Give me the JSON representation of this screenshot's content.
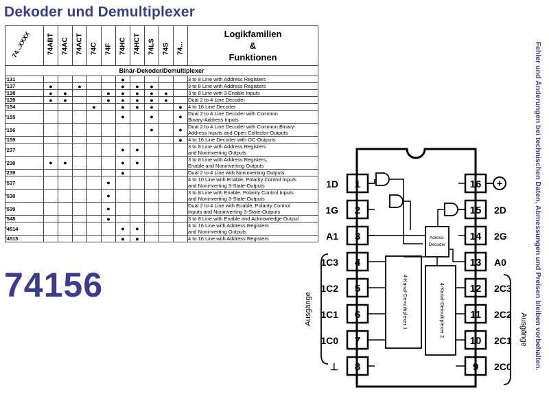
{
  "title": "Dekoder und Demultiplexer",
  "part_number": "74156",
  "side_note": "Fehler und Änderungen bei technischen Daten, Abmessungen und Preisen bleiben vorbehalten.",
  "table": {
    "first_col_header": "74...XXXX",
    "families": [
      "74ABT",
      "74AC",
      "74ACT",
      "74C",
      "74F",
      "74HC",
      "74HCT",
      "74LS",
      "74S",
      "74..."
    ],
    "right_header": [
      "Logikfamilien",
      "&",
      "Funktionen"
    ],
    "section": "Binär-Dekoder/Demultiplexer",
    "rows": [
      {
        "num": "'131",
        "dots": [
          0,
          0,
          0,
          0,
          0,
          1,
          0,
          0,
          0,
          0
        ],
        "desc": [
          "3 to 8 Line with Address Registers"
        ]
      },
      {
        "num": "'137",
        "dots": [
          1,
          0,
          1,
          0,
          0,
          1,
          1,
          1,
          0,
          0
        ],
        "desc": [
          "3 to 8 Line with Address Registers"
        ]
      },
      {
        "num": "'138",
        "dots": [
          1,
          1,
          0,
          0,
          1,
          1,
          1,
          1,
          1,
          0
        ],
        "desc": [
          "3 to 8 Line with 3 Enable Inputs"
        ]
      },
      {
        "num": "'139",
        "dots": [
          1,
          1,
          0,
          0,
          1,
          1,
          1,
          1,
          1,
          0
        ],
        "desc": [
          "Dual 2 to 4 Line Decoder"
        ]
      },
      {
        "num": "'154",
        "dots": [
          0,
          0,
          0,
          1,
          0,
          1,
          1,
          1,
          0,
          1
        ],
        "desc": [
          "4 to 16 Line Decoder"
        ]
      },
      {
        "num": "'155",
        "dots": [
          0,
          0,
          0,
          0,
          0,
          1,
          0,
          1,
          0,
          1
        ],
        "desc": [
          "Dual 2 to 4 Line Decoder with Common",
          "Binary-Address Inputs"
        ]
      },
      {
        "num": "'156",
        "dots": [
          0,
          0,
          0,
          0,
          0,
          0,
          0,
          1,
          0,
          1
        ],
        "desc": [
          "Dual 2 to 4 Line Decoder with Common Binary-",
          "Address Inputs and Open Collector-Outputs"
        ]
      },
      {
        "num": "'159",
        "dots": [
          0,
          0,
          0,
          0,
          0,
          0,
          0,
          0,
          0,
          1
        ],
        "desc": [
          "4 to 16 Line Decoder with OC-Outputs"
        ]
      },
      {
        "num": "'237",
        "dots": [
          0,
          0,
          0,
          0,
          0,
          1,
          1,
          0,
          0,
          0
        ],
        "desc": [
          "3 to 8 Line with Address Registers",
          "and Noninverting Outputs"
        ]
      },
      {
        "num": "'238",
        "dots": [
          1,
          1,
          0,
          0,
          0,
          1,
          1,
          0,
          0,
          0
        ],
        "desc": [
          "3 to 8 Line with Address Registers,",
          "Enable and Noninverting Outputs"
        ]
      },
      {
        "num": "'239",
        "dots": [
          0,
          0,
          0,
          0,
          0,
          1,
          0,
          0,
          0,
          0
        ],
        "desc": [
          "Dual 2 to 4 Line with Noninverting Outputs"
        ]
      },
      {
        "num": "'537",
        "dots": [
          0,
          0,
          0,
          0,
          1,
          0,
          0,
          0,
          0,
          0
        ],
        "desc": [
          "4 to 10 Line with Enable, Polarity Control Inputs",
          "and Noninverting 3-State-Outputs"
        ]
      },
      {
        "num": "'538",
        "dots": [
          0,
          0,
          0,
          0,
          1,
          0,
          0,
          0,
          0,
          0
        ],
        "desc": [
          "3 to 8 Line with Enable, Polarity Control Inputs",
          "and Noninverting 3-State-Outputs"
        ]
      },
      {
        "num": "'539",
        "dots": [
          0,
          0,
          0,
          0,
          1,
          0,
          0,
          0,
          0,
          0
        ],
        "desc": [
          "Dual 2 to 4 Line with Enable, Polarity Control",
          "Inputs and Noninverting 3-State-Outputs"
        ]
      },
      {
        "num": "'548",
        "dots": [
          0,
          0,
          0,
          0,
          1,
          0,
          0,
          0,
          0,
          0
        ],
        "desc": [
          "3 to 8 Line with Enable and Acknowledge Output"
        ]
      },
      {
        "num": "'4514",
        "dots": [
          0,
          0,
          0,
          0,
          0,
          1,
          1,
          0,
          0,
          0
        ],
        "desc": [
          "4 to 16 Line with Address Registers",
          "and Noninverting Outputs"
        ]
      },
      {
        "num": "'4515",
        "dots": [
          0,
          0,
          0,
          0,
          0,
          1,
          1,
          0,
          0,
          0
        ],
        "desc": [
          "4 to 16 Line with Address Registers"
        ]
      }
    ]
  },
  "pinout": {
    "left_pins": [
      {
        "num": "1",
        "label": "1D"
      },
      {
        "num": "2",
        "label": "1G"
      },
      {
        "num": "3",
        "label": "A1"
      },
      {
        "num": "4",
        "label": "1C3"
      },
      {
        "num": "5",
        "label": "1C2"
      },
      {
        "num": "6",
        "label": "1C1"
      },
      {
        "num": "7",
        "label": "1C0"
      },
      {
        "num": "8",
        "label": "⊥"
      }
    ],
    "right_pins": [
      {
        "num": "16",
        "label": "+"
      },
      {
        "num": "15",
        "label": "2D"
      },
      {
        "num": "14",
        "label": "2G"
      },
      {
        "num": "13",
        "label": "A0"
      },
      {
        "num": "12",
        "label": "2C3"
      },
      {
        "num": "11",
        "label": "2C2"
      },
      {
        "num": "10",
        "label": "2C1"
      },
      {
        "num": "9",
        "label": "2C0"
      }
    ],
    "left_output_label": "Ausgänge",
    "right_output_label": "Ausgänge",
    "block_address": "Adress-Decoder",
    "block_demux1": "4-Kanal-Demultiplexer 1",
    "block_demux2": "4-Kanal-Demultiplexer 2"
  }
}
